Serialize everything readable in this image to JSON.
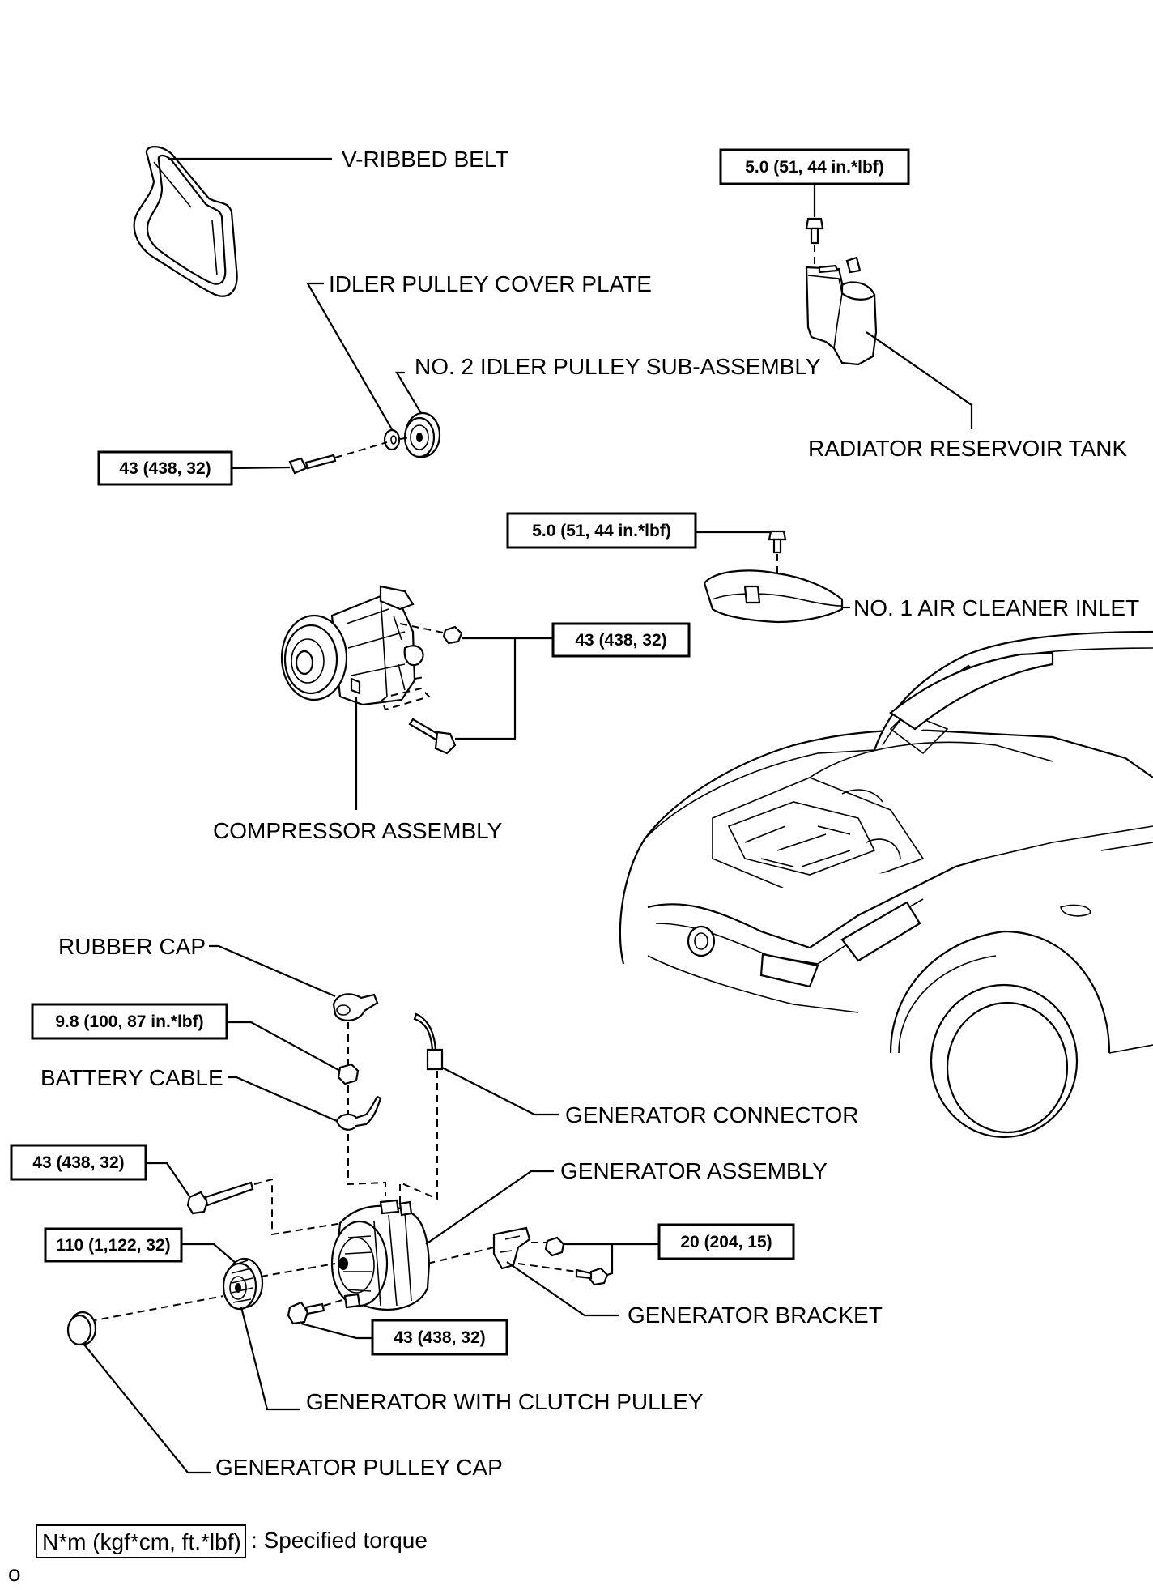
{
  "labels": {
    "v_ribbed_belt": "V-RIBBED BELT",
    "idler_pulley_cover_plate": "IDLER PULLEY COVER PLATE",
    "no2_idler_pulley": "NO. 2 IDLER PULLEY SUB-ASSEMBLY",
    "radiator_reservoir_tank": "RADIATOR RESERVOIR TANK",
    "no1_air_cleaner_inlet": "NO. 1 AIR CLEANER INLET",
    "compressor_assembly": "COMPRESSOR ASSEMBLY",
    "rubber_cap": "RUBBER CAP",
    "battery_cable": "BATTERY CABLE",
    "generator_connector": "GENERATOR CONNECTOR",
    "generator_assembly": "GENERATOR ASSEMBLY",
    "generator_bracket": "GENERATOR BRACKET",
    "generator_with_clutch_pulley": "GENERATOR WITH CLUTCH PULLEY",
    "generator_pulley_cap": "GENERATOR PULLEY CAP"
  },
  "torques": {
    "reservoir_bolt": "5.0 (51, 44 in.*lbf)",
    "idler_bolt": "43 (438, 32)",
    "air_cleaner_bolt": "5.0 (51, 44 in.*lbf)",
    "compressor_bolts": "43 (438, 32)",
    "battery_nut": "9.8 (100, 87 in.*lbf)",
    "generator_upper_bolt": "43 (438, 32)",
    "clutch_pulley": "110 (1,122, 32)",
    "bracket_bolts": "20 (204, 15)",
    "generator_lower_bolt": "43 (438, 32)"
  },
  "legend": {
    "unit": "N*m (kgf*cm, ft.*lbf)",
    "description": ": Specified torque"
  },
  "footer_mark": "o"
}
